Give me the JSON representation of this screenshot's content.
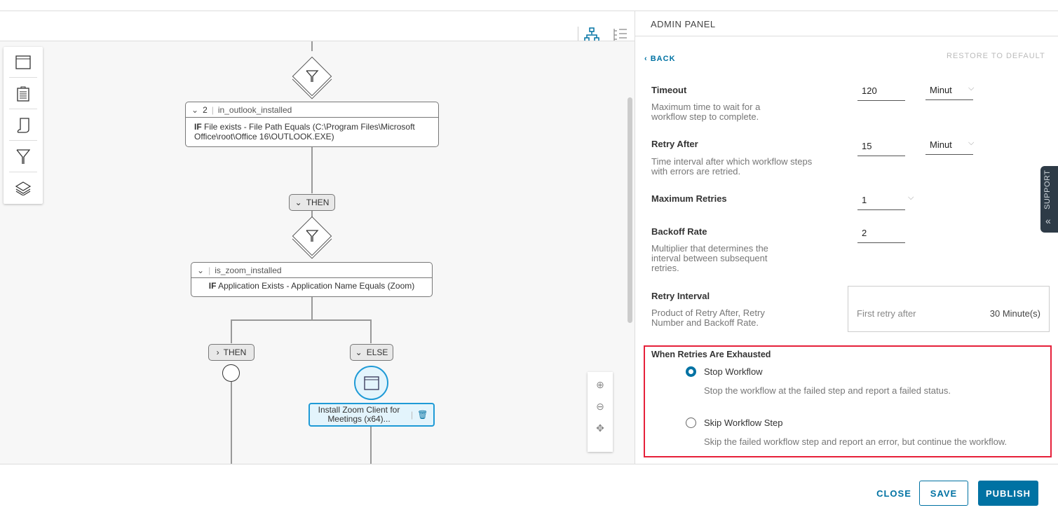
{
  "canvas": {
    "toolbar": [
      {
        "icon": "hierarchy-icon"
      },
      {
        "icon": "list-tree-icon"
      }
    ],
    "palette": [
      {
        "icon": "window-icon"
      },
      {
        "icon": "clipboard-icon"
      },
      {
        "icon": "script-icon"
      },
      {
        "icon": "filter-icon"
      },
      {
        "icon": "layers-icon"
      }
    ],
    "nodes": {
      "outlook": {
        "number": "2",
        "name": "in_outlook_installed",
        "if": "IF",
        "condition": "File exists - File Path Equals (C:\\Program Files\\Microsoft Office\\root\\Office 16\\OUTLOOK.EXE)"
      },
      "then1": "THEN",
      "zoom": {
        "name": "is_zoom_installed",
        "if": "IF",
        "condition": "Application Exists - Application Name Equals (Zoom)"
      },
      "then2": "THEN",
      "else": "ELSE",
      "install": "Install Zoom Client for Meetings (x64)..."
    },
    "zoom_controls": [
      {
        "icon": "zoom-in-icon"
      },
      {
        "icon": "zoom-out-icon"
      },
      {
        "icon": "fit-to-screen-icon"
      }
    ]
  },
  "panel": {
    "title": "ADMIN PANEL",
    "back": "BACK",
    "restore": "RESTORE TO DEFAULT",
    "timeout": {
      "label": "Timeout",
      "desc": "Maximum time to wait for a workflow step to complete.",
      "value": "120",
      "unit": "Minut"
    },
    "retry_after": {
      "label": "Retry After",
      "desc": "Time interval after which workflow steps with errors are retried.",
      "value": "15",
      "unit": "Minut"
    },
    "max_retries": {
      "label": "Maximum Retries",
      "value": "1"
    },
    "backoff": {
      "label": "Backoff Rate",
      "desc": "Multiplier that determines the interval between subsequent retries.",
      "value": "2"
    },
    "retry_interval": {
      "label": "Retry Interval",
      "desc": "Product of Retry After, Retry Number and Backoff Rate.",
      "first_label": "First retry after",
      "first_value": "30 Minute(s)"
    },
    "exhausted": {
      "label": "When Retries Are Exhausted",
      "options": [
        {
          "label": "Stop Workflow",
          "desc": "Stop the workflow at the failed step and report a failed status.",
          "selected": true
        },
        {
          "label": "Skip Workflow Step",
          "desc": "Skip the failed workflow step and report an error, but continue the workflow.",
          "selected": false
        }
      ]
    },
    "support": "SUPPORT"
  },
  "footer": {
    "close": "CLOSE",
    "save": "SAVE",
    "publish": "PUBLISH"
  },
  "colors": {
    "accent": "#0072a3",
    "highlight": "#e6203a",
    "selected_node": "#1e9ad6"
  }
}
